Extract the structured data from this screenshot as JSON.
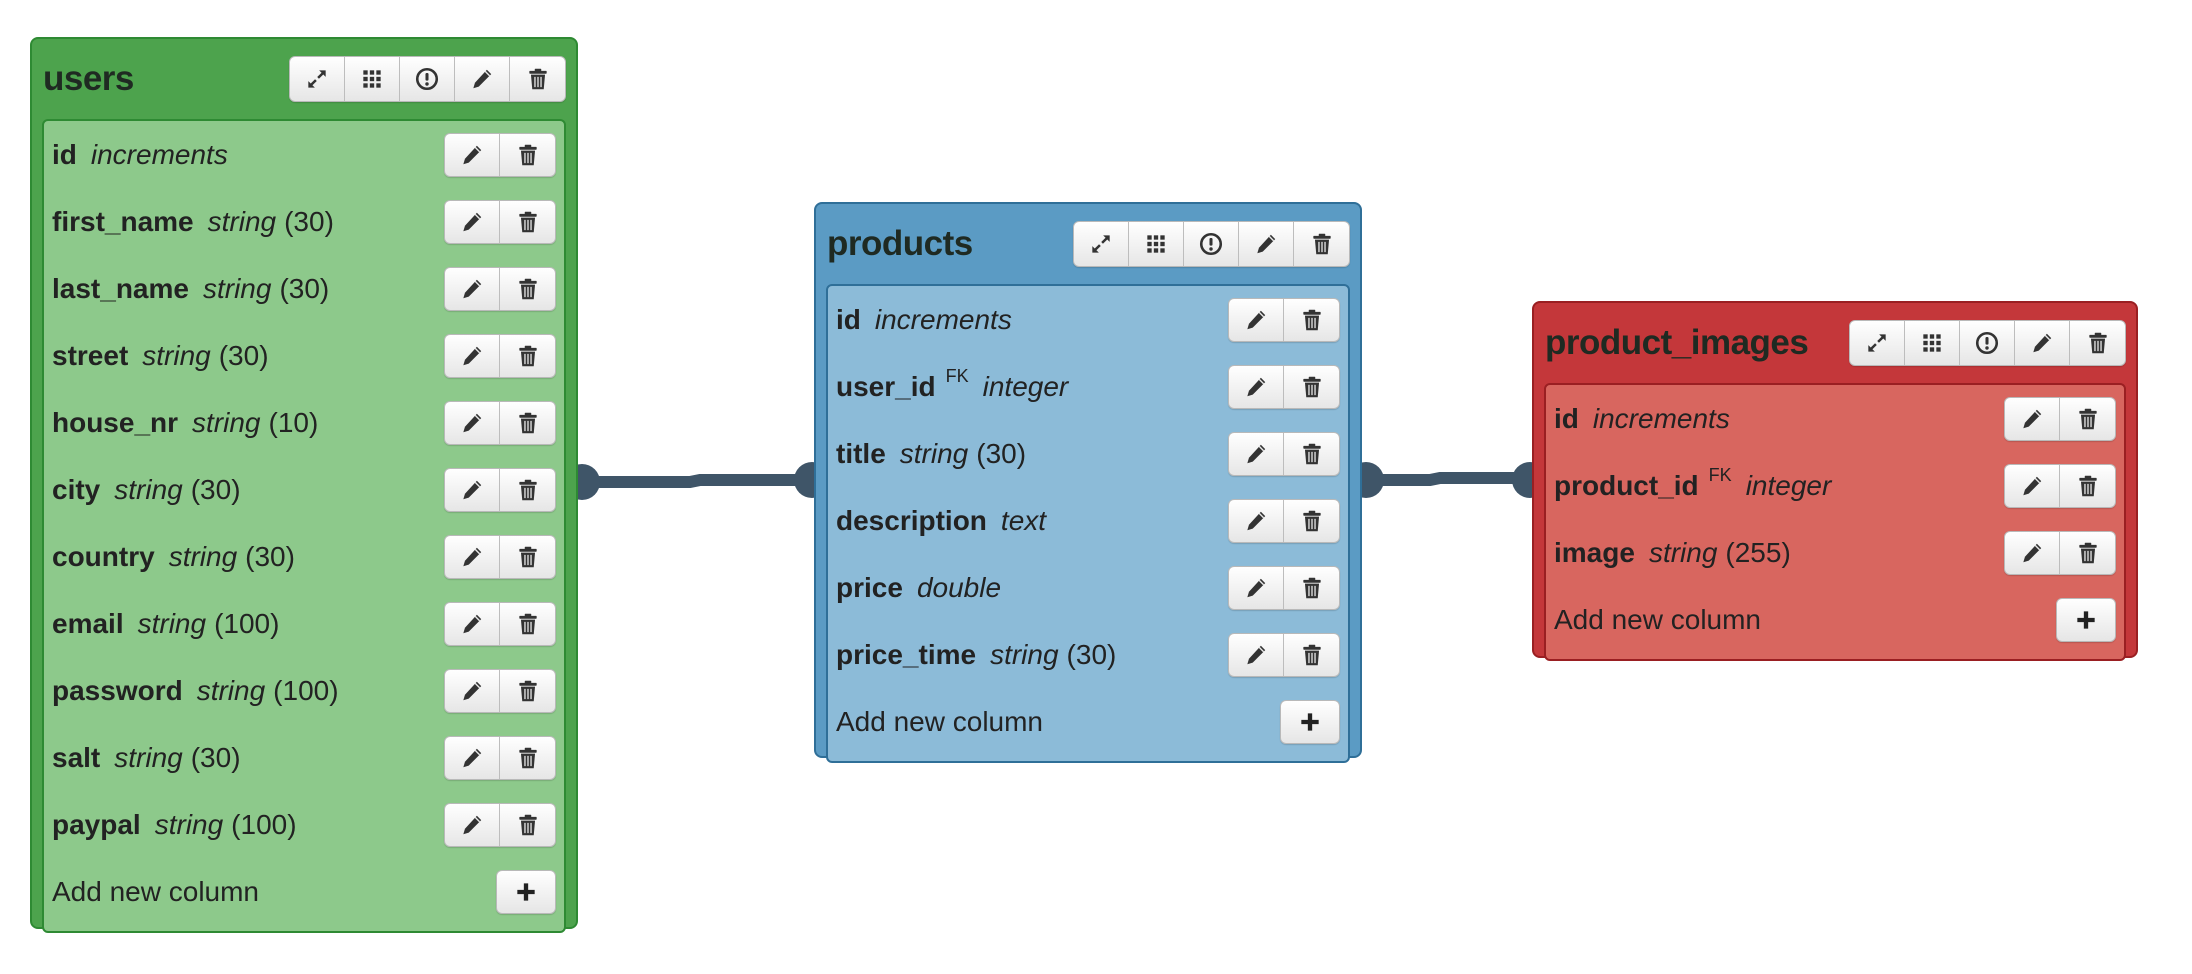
{
  "colors": {
    "users_bg": "#4da34d",
    "users_panel": "#8dc98b",
    "users_border": "#2e8a33",
    "products_bg": "#5b9bc4",
    "products_panel": "#8cbbd8",
    "products_border": "#2f6f98",
    "images_bg": "#c4373a",
    "images_panel": "#d8665f",
    "images_border": "#9a1f22",
    "connector": "#3f5568"
  },
  "icons": [
    "expand-icon",
    "grid-icon",
    "info-icon",
    "pencil-icon",
    "trash-icon",
    "plus-icon"
  ],
  "tables": {
    "users": {
      "name": "users",
      "columns": [
        {
          "name": "id",
          "fk": "",
          "type": "increments",
          "length": ""
        },
        {
          "name": "first_name",
          "fk": "",
          "type": "string",
          "length": "(30)"
        },
        {
          "name": "last_name",
          "fk": "",
          "type": "string",
          "length": "(30)"
        },
        {
          "name": "street",
          "fk": "",
          "type": "string",
          "length": "(30)"
        },
        {
          "name": "house_nr",
          "fk": "",
          "type": "string",
          "length": "(10)"
        },
        {
          "name": "city",
          "fk": "",
          "type": "string",
          "length": "(30)"
        },
        {
          "name": "country",
          "fk": "",
          "type": "string",
          "length": "(30)"
        },
        {
          "name": "email",
          "fk": "",
          "type": "string",
          "length": "(100)"
        },
        {
          "name": "password",
          "fk": "",
          "type": "string",
          "length": "(100)"
        },
        {
          "name": "salt",
          "fk": "",
          "type": "string",
          "length": "(30)"
        },
        {
          "name": "paypal",
          "fk": "",
          "type": "string",
          "length": "(100)"
        }
      ],
      "add_label": "Add new column"
    },
    "products": {
      "name": "products",
      "columns": [
        {
          "name": "id",
          "fk": "",
          "type": "increments",
          "length": ""
        },
        {
          "name": "user_id",
          "fk": "FK",
          "type": "integer",
          "length": ""
        },
        {
          "name": "title",
          "fk": "",
          "type": "string",
          "length": "(30)"
        },
        {
          "name": "description",
          "fk": "",
          "type": "text",
          "length": ""
        },
        {
          "name": "price",
          "fk": "",
          "type": "double",
          "length": ""
        },
        {
          "name": "price_time",
          "fk": "",
          "type": "string",
          "length": "(30)"
        }
      ],
      "add_label": "Add new column"
    },
    "product_images": {
      "name": "product_images",
      "columns": [
        {
          "name": "id",
          "fk": "",
          "type": "increments",
          "length": ""
        },
        {
          "name": "product_id",
          "fk": "FK",
          "type": "integer",
          "length": ""
        },
        {
          "name": "image",
          "fk": "",
          "type": "string",
          "length": "(255)"
        }
      ],
      "add_label": "Add new column"
    }
  }
}
